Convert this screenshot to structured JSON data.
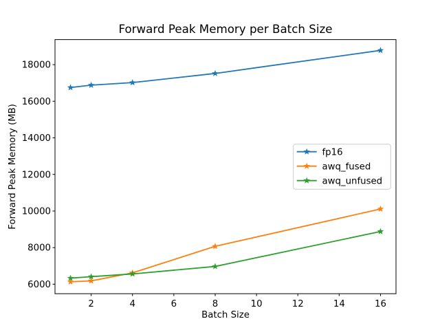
{
  "figure": {
    "background": "#ffffff",
    "text_color": "#000000",
    "legend_border_color": "#cccccc"
  },
  "chart_data": {
    "type": "line",
    "title": "Forward Peak Memory per Batch Size",
    "xlabel": "Batch Size",
    "ylabel": "Forward Peak Memory (MB)",
    "x": [
      1,
      2,
      4,
      8,
      16
    ],
    "series": [
      {
        "name": "fp16",
        "color": "#1f77b4",
        "values": [
          16750,
          16880,
          17020,
          17520,
          18780
        ]
      },
      {
        "name": "awq_fused",
        "color": "#ff7f0e",
        "values": [
          6130,
          6180,
          6620,
          8070,
          10110
        ]
      },
      {
        "name": "awq_unfused",
        "color": "#2ca02c",
        "values": [
          6330,
          6410,
          6560,
          6970,
          8880
        ]
      }
    ],
    "marker": "star",
    "line_style": "solid",
    "grid": false,
    "legend_position": "center right",
    "xlim": [
      0.25,
      16.75
    ],
    "ylim": [
      5480,
      19370
    ],
    "xticks": [
      2,
      4,
      6,
      8,
      10,
      12,
      14,
      16
    ],
    "yticks": [
      6000,
      8000,
      10000,
      12000,
      14000,
      16000,
      18000
    ]
  }
}
